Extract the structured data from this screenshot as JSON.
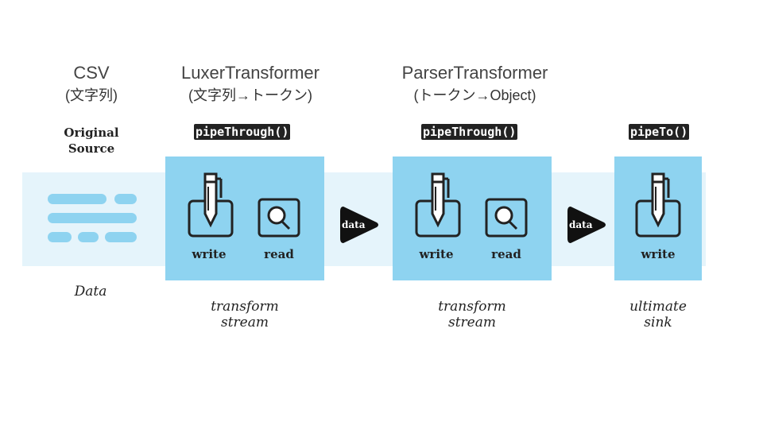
{
  "headers": {
    "csv": {
      "title": "CSV",
      "subtitle": "(文字列)"
    },
    "luxer": {
      "title": "LuxerTransformer",
      "subtitle": "(文字列→トークン)"
    },
    "parser": {
      "title": "ParserTransformer",
      "subtitle": "(トークン→Object)"
    }
  },
  "source": {
    "label_line1": "Original",
    "label_line2": "Source",
    "caption": "Data"
  },
  "pipes": {
    "first": "pipeThrough()",
    "second": "pipeThrough()",
    "third": "pipeTo()"
  },
  "stages": {
    "transform1": {
      "write": "write",
      "read": "read",
      "caption_line1": "transform",
      "caption_line2": "stream"
    },
    "transform2": {
      "write": "write",
      "read": "read",
      "caption_line1": "transform",
      "caption_line2": "stream"
    },
    "sink": {
      "write": "write",
      "caption_line1": "ultimate",
      "caption_line2": "sink"
    }
  },
  "arrows": {
    "first": "data",
    "second": "data"
  },
  "icons": {
    "pen": "pen-icon",
    "magnifier": "magnifier-icon",
    "arrow": "play-arrow-icon"
  },
  "colors": {
    "band": "#e5f4fb",
    "box": "#8ed3f0",
    "ink": "#222222"
  }
}
